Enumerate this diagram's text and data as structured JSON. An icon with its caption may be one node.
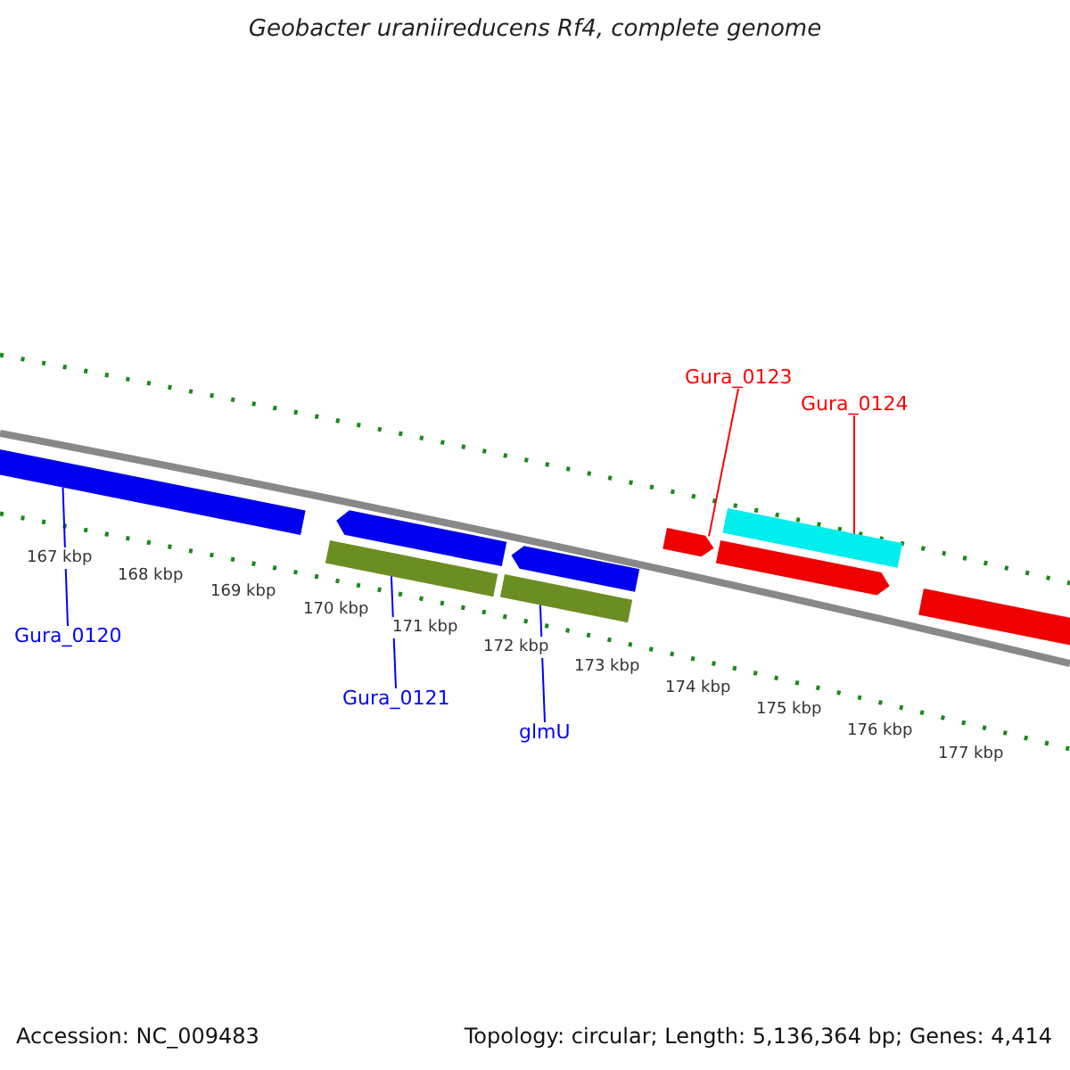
{
  "diagram": {
    "title": "Geobacter uraniireducens Rf4, complete genome",
    "nodes": [
      {
        "text": [],
        "shape": "bar"
      },
      {
        "text": [],
        "shape": "bar"
      },
      {
        "text": [],
        "shape": "bar"
      },
      {
        "text": [],
        "shape": "bar"
      },
      {
        "text": [],
        "shape": "bar"
      },
      {
        "text": [],
        "shape": "bar"
      },
      {
        "text": [],
        "shape": "bar"
      },
      {
        "text": [],
        "shape": "bar"
      },
      {
        "text": [],
        "shape": "bar"
      },
      {
        "text": [
          "Gura_0120"
        ]
      },
      {
        "text": [
          "Gura_0121"
        ]
      },
      {
        "text": [
          "glmU"
        ]
      },
      {
        "text": [
          "Gura_0123"
        ]
      },
      {
        "text": [
          "Gura_0124"
        ]
      }
    ],
    "edges": [
      {
        "from": 9,
        "to": 0,
        "arrow": "none"
      },
      {
        "from": 10,
        "to": 3,
        "arrow": "none"
      },
      {
        "from": 11,
        "to": 4,
        "arrow": "none"
      },
      {
        "from": 12,
        "to": 5,
        "arrow": "none",
        "color": "#ff0000"
      },
      {
        "from": 13,
        "to": 7,
        "arrow": "none",
        "color": "#ff0000"
      }
    ],
    "labels": [
      "167 kbp",
      "168 kbp",
      "169 kbp",
      "170 kbp",
      "171 kbp",
      "172 kbp",
      "173 kbp",
      "174 kbp",
      "175 kbp",
      "176 kbp",
      "177 kbp",
      "Accession: NC_009483",
      "Topology: circular; Length: 5,136,364 bp; Genes: 4,414"
    ]
  }
}
